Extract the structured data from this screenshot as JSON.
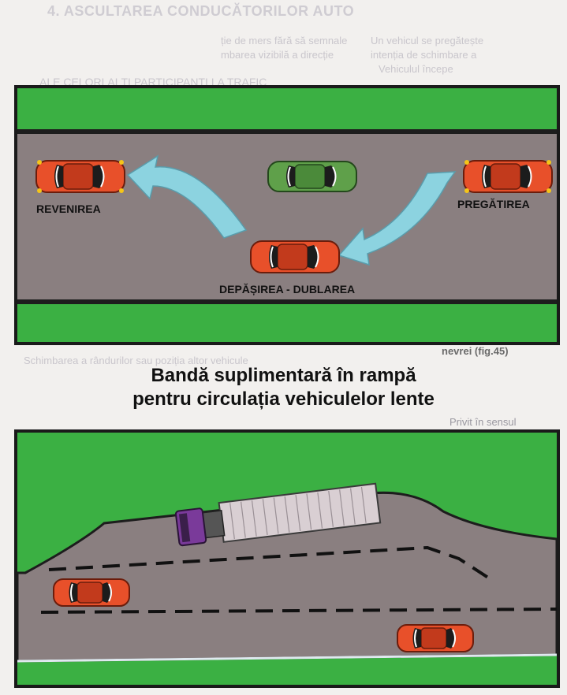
{
  "background_text": {
    "title": "4. ASCULTAREA CONDUCĂTORILOR AUTO",
    "line1": "Un vehicul se pregătește",
    "line2": "intenția de schimbare a",
    "line3": "Vehiculul începe",
    "line4": "ție de mers fără să semnale",
    "line5": "mbarea vizibilă a direcție",
    "line6": "ALE CELORLALȚI PARTICIPANȚI LA TRAFIC",
    "line7": "nevrei (fig.45)",
    "line8": "Schimbarea a rândurilor sau poziția altor vehicule",
    "line9": "Privit în sensul"
  },
  "top_diagram": {
    "label_return": "REVENIREA",
    "label_prepare": "PREGĂTIREA",
    "label_overtake": "DEPĂȘIREA - DUBLAREA",
    "colors": {
      "grass": "#3bb043",
      "road": "#8a7f80",
      "car_red": "#e8502a",
      "car_green": "#5fa04a",
      "arrow": "#8cd3e0"
    }
  },
  "heading": {
    "line1": "Bandă suplimentară în rampă",
    "line2": "pentru circulația vehiculelor lente"
  },
  "bottom_diagram": {
    "colors": {
      "grass": "#3bb043",
      "road": "#8a7f80",
      "truck_cab": "#7a3a9a",
      "trailer": "#d9cfd3"
    }
  }
}
